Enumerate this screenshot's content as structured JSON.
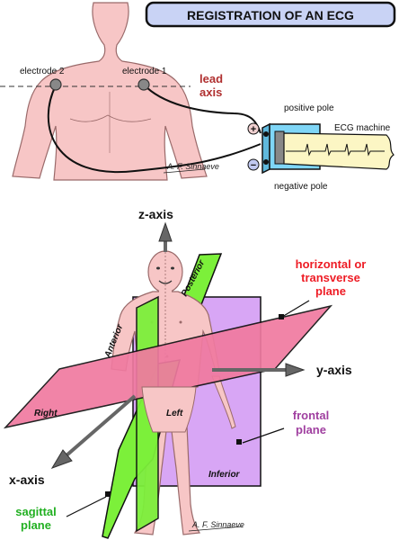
{
  "title": "REGISTRATION OF AN ECG",
  "top": {
    "electrode_1": "electrode 1",
    "electrode_2": "electrode 2",
    "lead_axis_line1": "lead",
    "lead_axis_line2": "axis",
    "positive_pole": "positive pole",
    "negative_pole": "negative pole",
    "ecg_machine": "ECG machine",
    "plus_symbol": "+",
    "minus_symbol": "−",
    "signature": "A. F. Sinnaeve"
  },
  "bottom": {
    "z_axis": "z-axis",
    "y_axis": "y-axis",
    "x_axis": "x-axis",
    "horizontal_plane_line1": "horizontal or",
    "horizontal_plane_line2": "transverse",
    "horizontal_plane_line3": "plane",
    "frontal_plane_line1": "frontal",
    "frontal_plane_line2": "plane",
    "sagittal_plane_line1": "sagittal",
    "sagittal_plane_line2": "plane",
    "posterior": "Posterior",
    "anterior": "Anterior",
    "right": "Right",
    "left": "Left",
    "inferior": "Inferior",
    "signature": "A. F. Sinnaeve"
  },
  "colors": {
    "skin": "#f7c6c6",
    "skin_stroke": "#9a6a6a",
    "title_box": "#c9d3f5",
    "frontal_plane": "#d8a6f5",
    "horizontal_plane": "#f07aa0",
    "sagittal_plane": "#7cf03a",
    "machine_body": "#7fd6f7",
    "paper": "#fcf6c4"
  }
}
